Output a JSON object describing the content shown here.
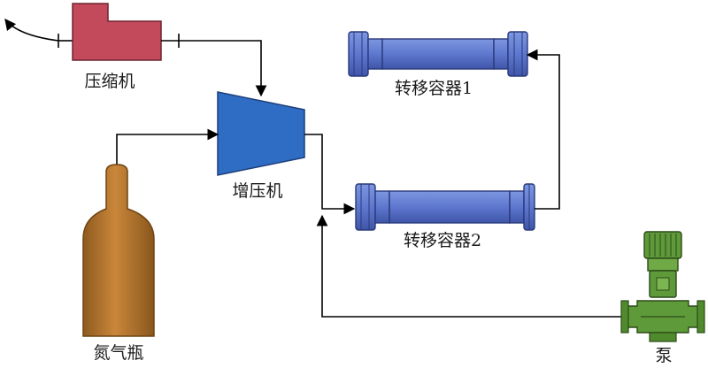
{
  "labels": {
    "compressor": "压缩机",
    "booster": "增压机",
    "transfer1": "转移容器1",
    "transfer2": "转移容器2",
    "nitrogen": "氮气瓶",
    "pump": "泵"
  },
  "colors": {
    "compressor": "#c24a5a",
    "booster": "#2f6cc4",
    "vessel": "#5f7fd2",
    "nitrogen": "#b7762f",
    "pump": "#5f9a3a",
    "line": "#000000"
  }
}
